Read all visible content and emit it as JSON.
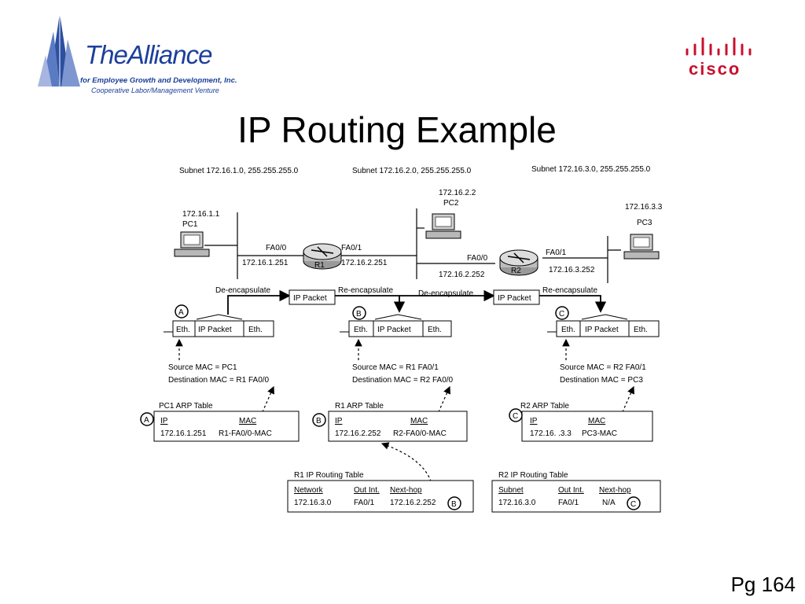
{
  "logos": {
    "left_name": "TheAlliance",
    "left_tagline": "for Employee Growth and Development, Inc.",
    "left_subtitle": "Cooperative Labor/Management Venture",
    "right_name": "cisco"
  },
  "title": "IP Routing Example",
  "page_number": "Pg 164",
  "diagram": {
    "subnets": [
      "Subnet 172.16.1.0, 255.255.255.0",
      "Subnet 172.16.2.0, 255.255.255.0",
      "Subnet 172.16.3.0, 255.255.255.0"
    ],
    "hosts": {
      "pc1": {
        "name": "PC1",
        "ip": "172.16.1.1"
      },
      "pc2": {
        "name": "PC2",
        "ip": "172.16.2.2"
      },
      "pc3": {
        "name": "PC3",
        "ip": "172.16.3.3"
      }
    },
    "routers": {
      "r1": {
        "name": "R1",
        "if_left": "FA0/0",
        "ip_left": "172.16.1.251",
        "if_right": "FA0/1",
        "ip_right": "172.16.2.251"
      },
      "r2": {
        "name": "R2",
        "if_left": "FA0/0",
        "ip_left": "172.16.2.252",
        "if_right": "FA0/1",
        "ip_right": "172.16.3.252"
      }
    },
    "actions": {
      "de_encapsulate": "De-encapsulate",
      "re_encapsulate": "Re-encapsulate",
      "ip_packet": "IP Packet"
    },
    "frame": {
      "eth": "Eth.",
      "payload": "IP Packet"
    },
    "markers": [
      "A",
      "B",
      "C"
    ],
    "mac_info": [
      {
        "source": "Source MAC = PC1",
        "destination": "Destination MAC = R1 FA0/0"
      },
      {
        "source": "Source MAC = R1 FA0/1",
        "destination": "Destination MAC = R2 FA0/0"
      },
      {
        "source": "Source MAC = R2 FA0/1",
        "destination": "Destination MAC = PC3"
      }
    ],
    "arp_tables": [
      {
        "title": "PC1 ARP Table",
        "col_ip": "IP",
        "col_mac": "MAC",
        "ip": "172.16.1.251",
        "mac": "R1-FA0/0-MAC"
      },
      {
        "title": "R1 ARP Table",
        "col_ip": "IP",
        "col_mac": "MAC",
        "ip": "172.16.2.252",
        "mac": "R2-FA0/0-MAC"
      },
      {
        "title": "R2 ARP Table",
        "col_ip": "IP",
        "col_mac": "MAC",
        "ip": "172.16. .3.3",
        "mac": "PC3-MAC"
      }
    ],
    "routing_tables": [
      {
        "title": "R1 IP Routing Table",
        "col1": "Network",
        "col2": "Out Int.",
        "col3": "Next-hop",
        "net": "172.16.3.0",
        "out": "FA0/1",
        "hop": "172.16.2.252"
      },
      {
        "title": "R2 IP Routing Table",
        "col1": "Subnet",
        "col2": "Out Int.",
        "col3": "Next-hop",
        "net": "172.16.3.0",
        "out": "FA0/1",
        "hop": "N/A"
      }
    ]
  }
}
